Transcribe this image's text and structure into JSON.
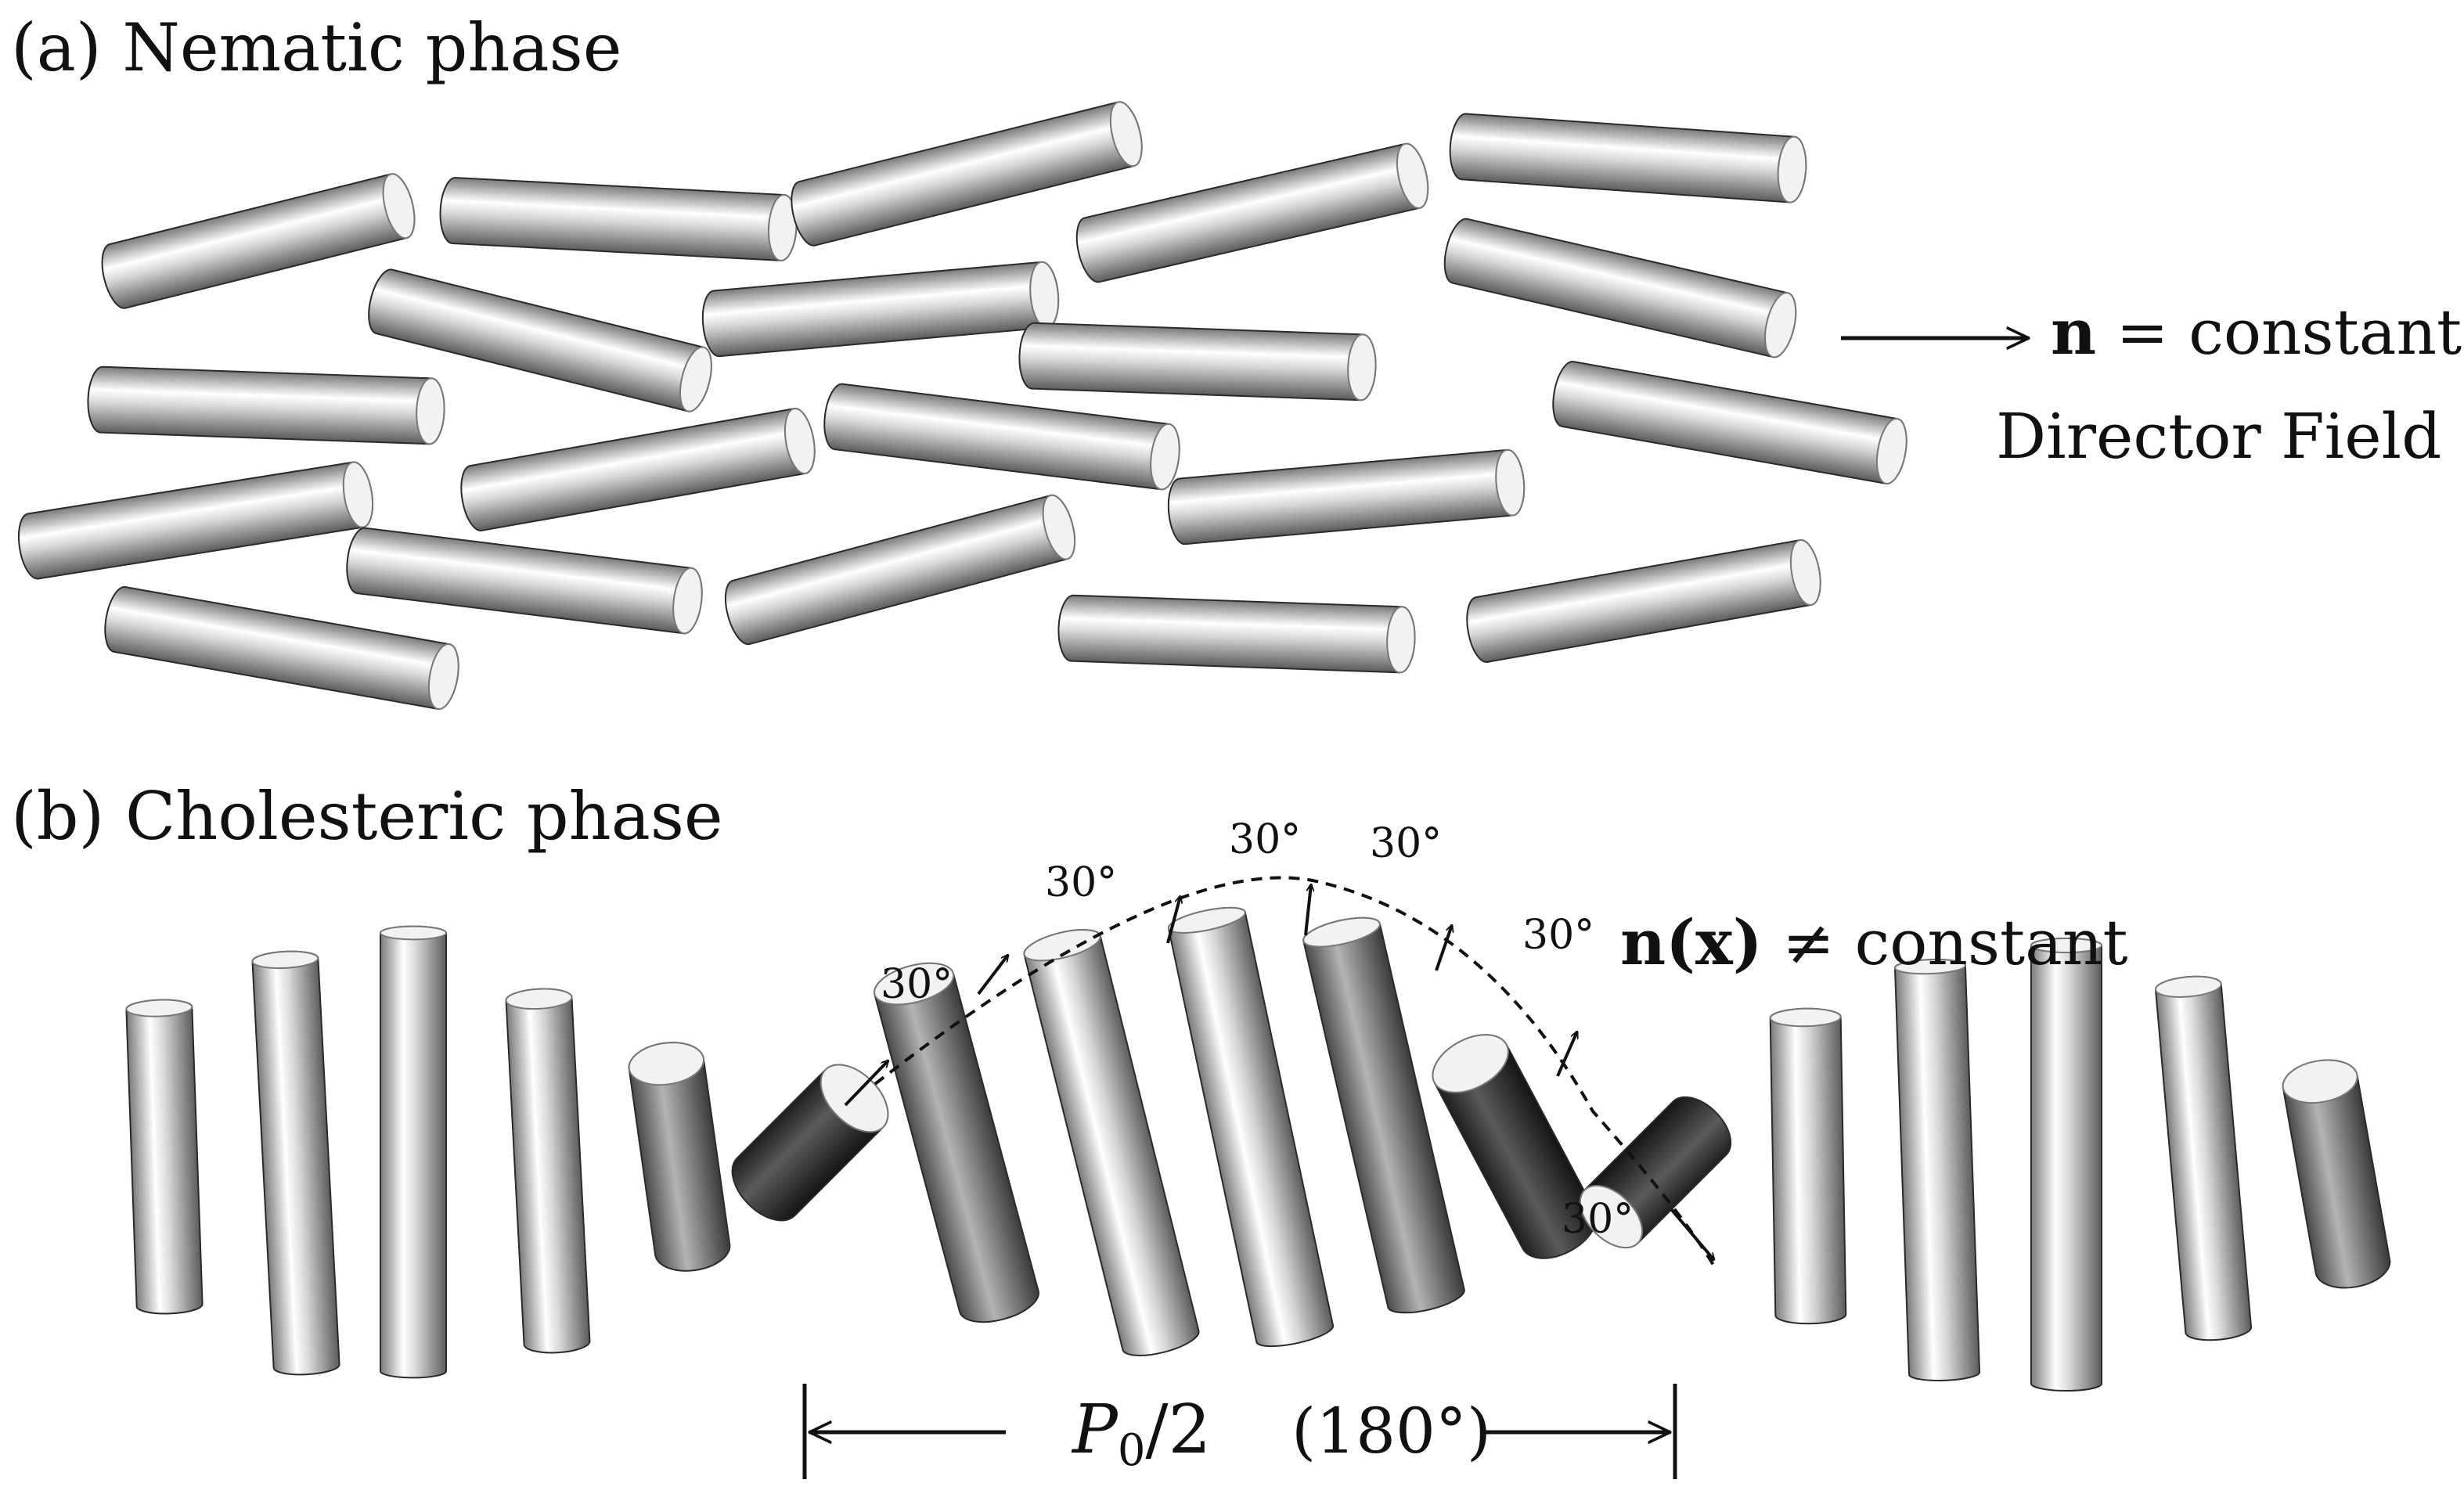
{
  "panel_a": {
    "title": "(a) Nematic phase",
    "director_symbol": "n",
    "director_relation": " = constant",
    "director_caption": "Director Field"
  },
  "panel_b": {
    "title": "(b) Cholesteric phase",
    "director_symbol": "n(x)",
    "director_relation": " ≠ constant",
    "angle_labels": [
      "30°",
      "30°",
      "30°",
      "30°",
      "30°",
      "30°"
    ],
    "pitch_symbol": "P",
    "pitch_subscript": "0",
    "pitch_fraction": "/2",
    "pitch_angle": "(180°)"
  },
  "colors": {
    "rod_light": "#f4f4f4",
    "rod_mid": "#a9a9a9",
    "rod_dark": "#3a3a3a",
    "ink": "#111111"
  }
}
